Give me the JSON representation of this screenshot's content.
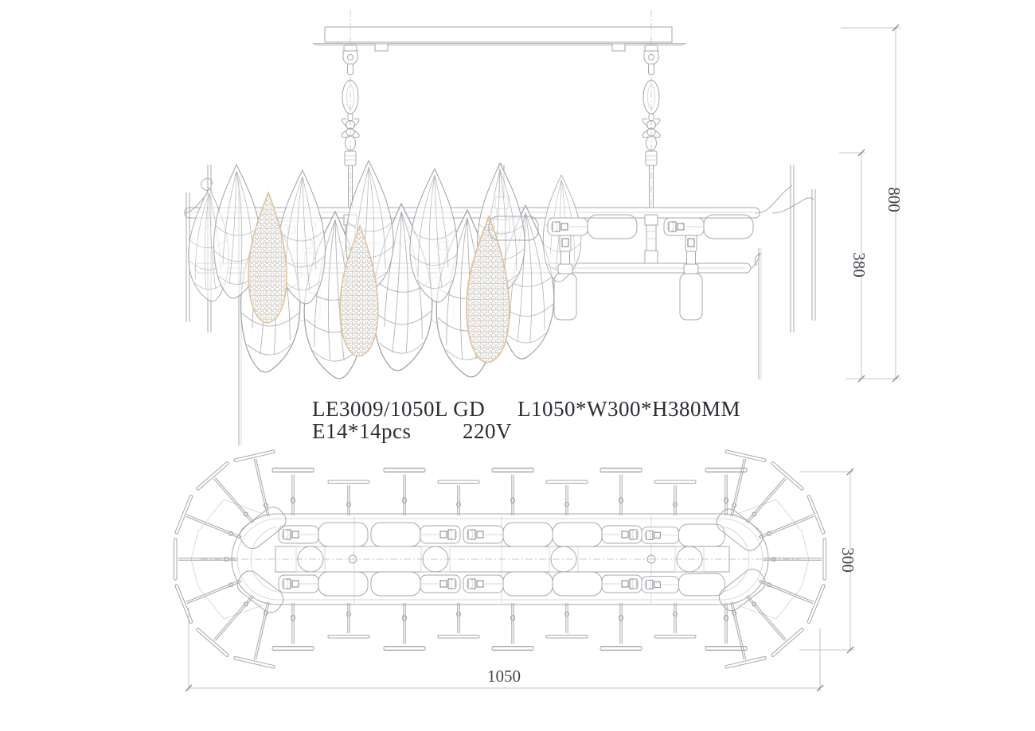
{
  "page": {
    "background": "#ffffff"
  },
  "labels": {
    "model": "LE3009/1050L GD",
    "size": "L1050*W300*H380MM",
    "lamps": "E14*14pcs",
    "voltage": "220V"
  },
  "dimensions": {
    "overall_drop_mm": "800",
    "body_height_mm": "380",
    "width_mm": "300",
    "length_mm": "1050"
  },
  "colors": {
    "line": "#a4a8ad",
    "line_dark": "#7c8187",
    "line_light": "#c7cacd",
    "bead_accent": "#dfbf96",
    "text": "#2a2e33"
  }
}
